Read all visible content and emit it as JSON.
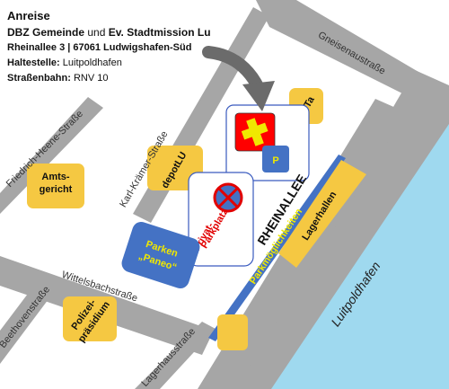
{
  "info": {
    "title": "Anreise",
    "org_bold": "DBZ Gemeinde",
    "org_and": "und",
    "org_rest": "Ev. Stadtmission Lu",
    "address": "Rheinallee 3 | 67061 Ludwigshafen-Süd",
    "stop_label": "Haltestelle:",
    "stop_value": "Luitpoldhafen",
    "tram_label": "Straßenbahn:",
    "tram_value": "RNV 10"
  },
  "streets": {
    "gneisenau": "Gneisenaustraße",
    "friedrich": "Friedrich-Heene-Straße",
    "karl": "Karl-Krämer-Straße",
    "wittels": "Wittelsbachstraße",
    "beethoven": "Beethovenstraße",
    "lagerhaus": "Lagerhausstraße",
    "rheinallee": "RHEINALLEE",
    "parkmoeglichkeiten": "Parkmöglichkeiten",
    "water": "Luitpoldhafen"
  },
  "buildings": {
    "amtsgericht_1": "Amts-",
    "amtsgericht_2": "gericht",
    "depot": "depotLU",
    "kita": "KiTa",
    "polizei_1": "Polizei-",
    "polizei_2": "präsidium",
    "lagerhallen": "Lagerhallen",
    "parken_1": "Parken",
    "parken_2": "„Paneo“",
    "privat_1": "Privat-",
    "privat_2": "Parkplatz",
    "p_sign": "P"
  },
  "colors": {
    "road": "#a6a6a6",
    "building": "#f5c842",
    "water": "#9fd9ef",
    "parking_blue": "#4472c4",
    "privat_red": "#e10000",
    "church_red": "#ff0000",
    "cross_yellow": "#f0e800",
    "arrow_gray": "#6b6b6b"
  }
}
